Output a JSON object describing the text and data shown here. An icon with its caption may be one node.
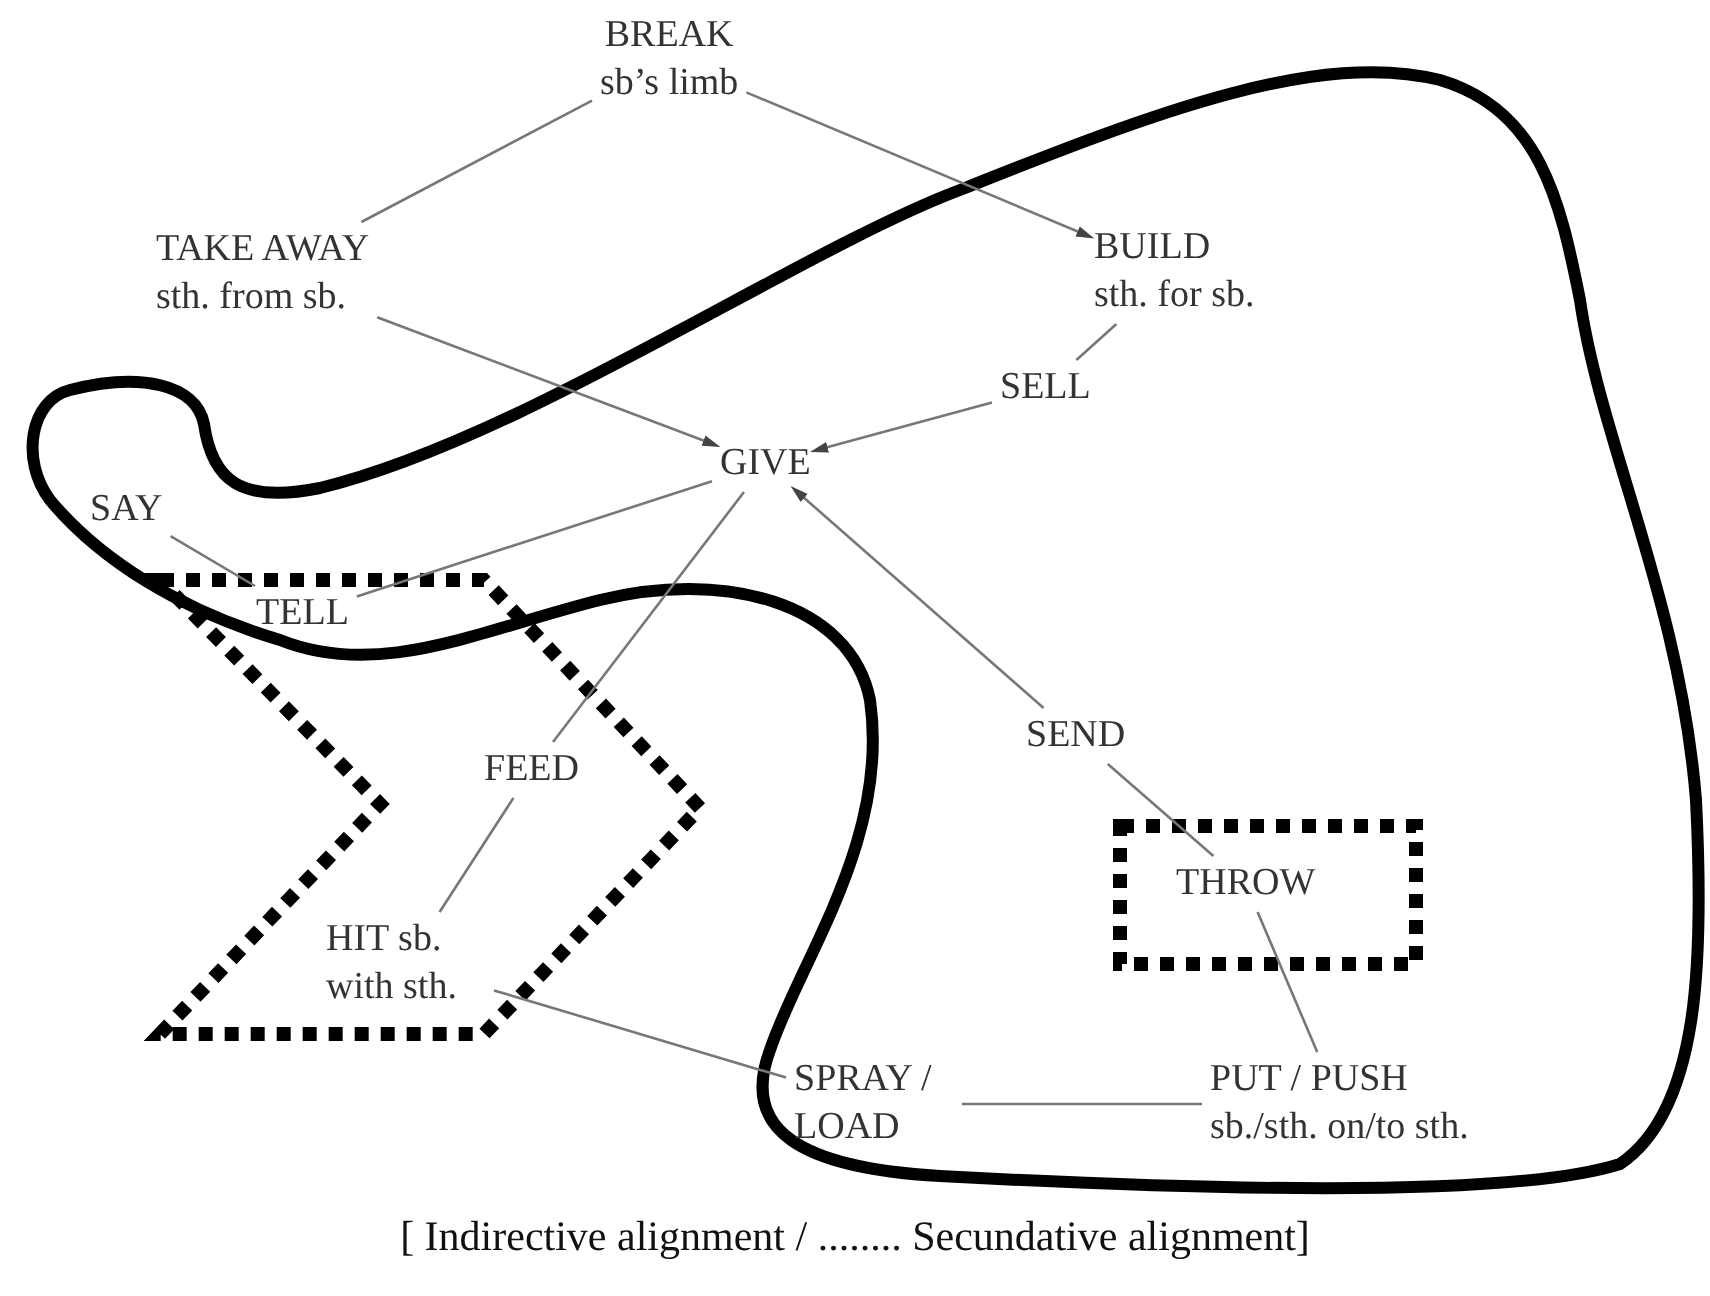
{
  "diagram": {
    "nodes": [
      {
        "text": [
          "BREAK",
          "sb’s limb"
        ]
      },
      {
        "text": [
          "TAKE AWAY",
          "sth. from sb."
        ]
      },
      {
        "text": [
          "BUILD",
          "sth. for sb."
        ]
      },
      {
        "text": [
          "SELL"
        ]
      },
      {
        "text": [
          "GIVE"
        ]
      },
      {
        "text": [
          "SAY"
        ]
      },
      {
        "text": [
          "TELL"
        ]
      },
      {
        "text": [
          "FEED"
        ]
      },
      {
        "text": [
          "SEND"
        ]
      },
      {
        "text": [
          "THROW"
        ]
      },
      {
        "text": [
          "HIT sb. with sth."
        ]
      },
      {
        "text": [
          "SPRAY / LOAD"
        ]
      },
      {
        "text": [
          "PUT / PUSH",
          "sb./sth. on/to sth."
        ]
      }
    ],
    "edges": [
      {
        "from": 0,
        "to": 1,
        "arrow": "none"
      },
      {
        "from": 0,
        "to": 2,
        "arrow": "to"
      },
      {
        "from": 2,
        "to": 3,
        "arrow": "none"
      },
      {
        "from": 3,
        "to": 4,
        "arrow": "to"
      },
      {
        "from": 1,
        "to": 4,
        "arrow": "to"
      },
      {
        "from": 4,
        "to": 6,
        "arrow": "none"
      },
      {
        "from": 5,
        "to": 6,
        "arrow": "none"
      },
      {
        "from": 4,
        "to": 7,
        "arrow": "none"
      },
      {
        "from": 8,
        "to": 4,
        "arrow": "to"
      },
      {
        "from": 7,
        "to": 10,
        "arrow": "none"
      },
      {
        "from": 8,
        "to": 9,
        "arrow": "none"
      },
      {
        "from": 9,
        "to": 12,
        "arrow": "none"
      },
      {
        "from": 10,
        "to": 11,
        "arrow": "none"
      },
      {
        "from": 11,
        "to": 12,
        "arrow": "none"
      }
    ],
    "labels": [
      "[ Indirective alignment / ........ Secundative alignment]"
    ]
  }
}
